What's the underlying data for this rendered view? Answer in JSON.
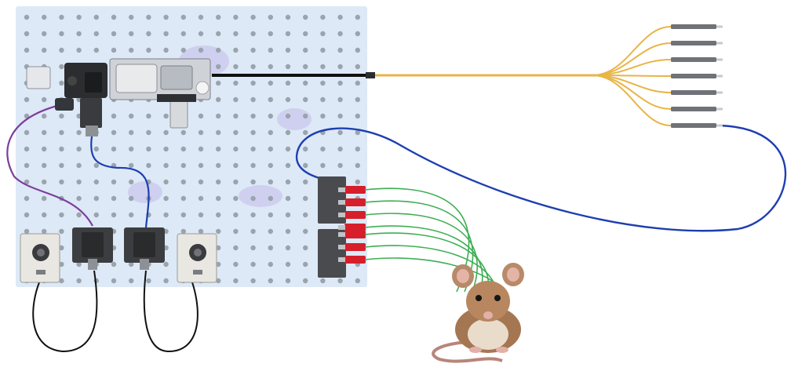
{
  "scene": {
    "board": {
      "color": "#dde9f6",
      "hole_color": "#9aa4ad",
      "blotch_color": "#c9c4ec"
    },
    "fiber_bundle": {
      "color": "#e8b547",
      "jacket_color": "#111111",
      "fan_out_ends": 7
    },
    "patch_cable": {
      "color": "#1d3fb0"
    },
    "signal_cable": {
      "color": "#7c3e9e"
    },
    "electrode_wires": {
      "color": "#3fae55",
      "count": 7
    },
    "connector_color": "#d61f2b",
    "bnc_cable": {
      "color": "#111111"
    },
    "components": [
      {
        "name": "light-source",
        "icon": "camera-body-icon"
      },
      {
        "name": "fiber-launch-stage",
        "icon": "optics-stage-icon"
      },
      {
        "name": "led-driver-left",
        "icon": "knob-driver-icon"
      },
      {
        "name": "led-driver-right",
        "icon": "knob-driver-icon"
      },
      {
        "name": "detector-left",
        "icon": "detector-icon"
      },
      {
        "name": "detector-right",
        "icon": "detector-icon"
      },
      {
        "name": "rotary-joint-block",
        "icon": "connector-block-icon"
      },
      {
        "name": "mouse",
        "icon": "mouse-icon"
      }
    ]
  }
}
